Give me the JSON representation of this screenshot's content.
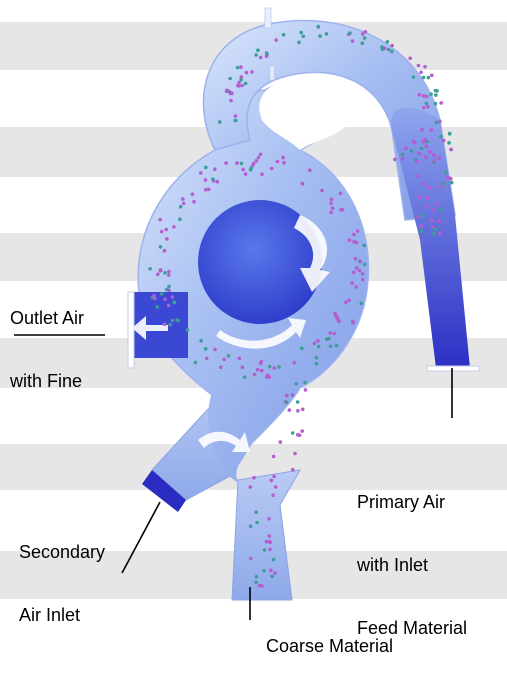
{
  "labels": {
    "outlet": [
      "Outlet Air",
      "with Fine"
    ],
    "primary": [
      "Primary Air",
      "with Inlet",
      "Feed Material"
    ],
    "secondary": [
      "Secondary",
      "Air Inlet"
    ],
    "coarse": [
      "Coarse Material"
    ]
  },
  "colors": {
    "stripe": "#e6e6e6",
    "body_light": "#c4d6f6",
    "body_mid": "#7e9ee6",
    "body_dark": "#3a3ecf",
    "hub": "#3f56dc",
    "particle_purple": "#b45cd0",
    "particle_green": "#3c9e96",
    "arrow": "#ffffff"
  }
}
